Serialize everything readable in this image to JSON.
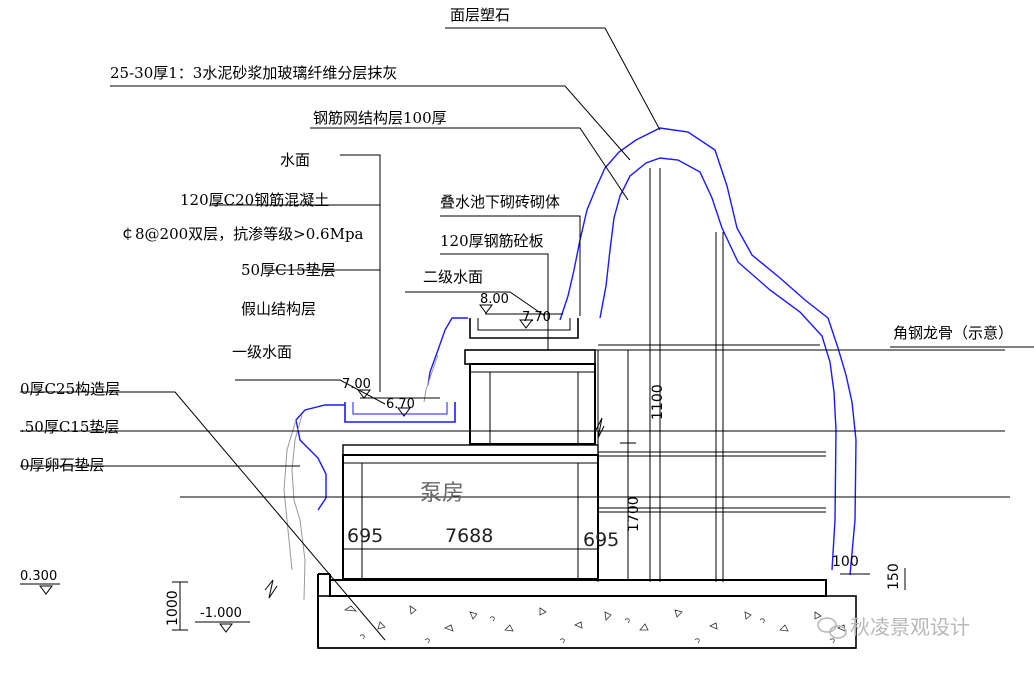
{
  "labels": {
    "face_rock": "面层塑石",
    "plaster": "25-30厚1：3水泥砂浆加玻璃纤维分层抹灰",
    "mesh": "钢筋网结构层100厚",
    "water_surface": "水面",
    "concrete": "120厚C20钢筋混凝土",
    "rebar": "￠8@200双层，抗渗等级>0.6Mpa",
    "cushion50": "50厚C15垫层",
    "rockery": "假山结构层",
    "first_water": "一级水面",
    "brick": "叠水池下砌砖砌体",
    "slab": "120厚钢筋砼板",
    "second_water": "二级水面",
    "angle_steel": "角钢龙骨（示意）",
    "c25": "0厚C25构造层",
    "c15": ".50厚C15垫层",
    "pebble": "0厚卵石垫层",
    "pump_room": "泵房"
  },
  "dimensions": {
    "level_800": "8.00",
    "level_770": "7.70",
    "level_700": "7.00",
    "level_670": "6.70",
    "level_0300": "0.300",
    "level_neg1000": "-1.000",
    "dim_1100": "1100",
    "dim_1700": "1700",
    "dim_695_left": "695",
    "dim_7688": "7688",
    "dim_695_right": "695",
    "dim_100": "100",
    "dim_150": "150",
    "dim_1000": "1000"
  },
  "watermark": "秋凌景观设计",
  "colors": {
    "rock_outline": "#1a1aff",
    "structure": "#000000",
    "hatch_fill": "#ffffff",
    "watermark": "#b8b8b8"
  }
}
